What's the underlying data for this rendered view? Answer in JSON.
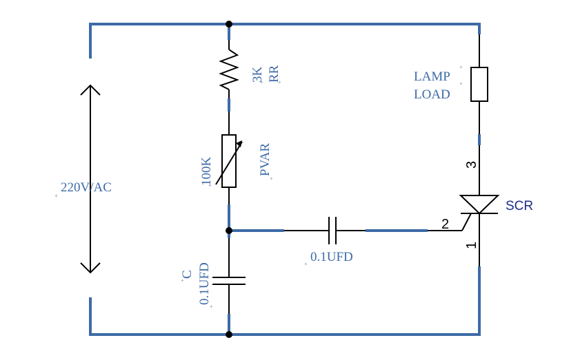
{
  "labels": {
    "source": "220V/AC",
    "r1_value": "3K",
    "r1_name": "RR",
    "pot_value": "100K",
    "pot_name": "PVAR",
    "lamp_line1": "LAMP",
    "lamp_line2": "LOAD",
    "cap_series": "0.1UFD",
    "cap_shunt_name": "C",
    "cap_shunt_value": "0.1UFD",
    "scr": "SCR",
    "pin1": "1",
    "pin2": "2",
    "pin3": "3"
  },
  "colors": {
    "wire": "#3d6aa6",
    "component": "#000000",
    "scr_label": "#1c2a8a"
  }
}
